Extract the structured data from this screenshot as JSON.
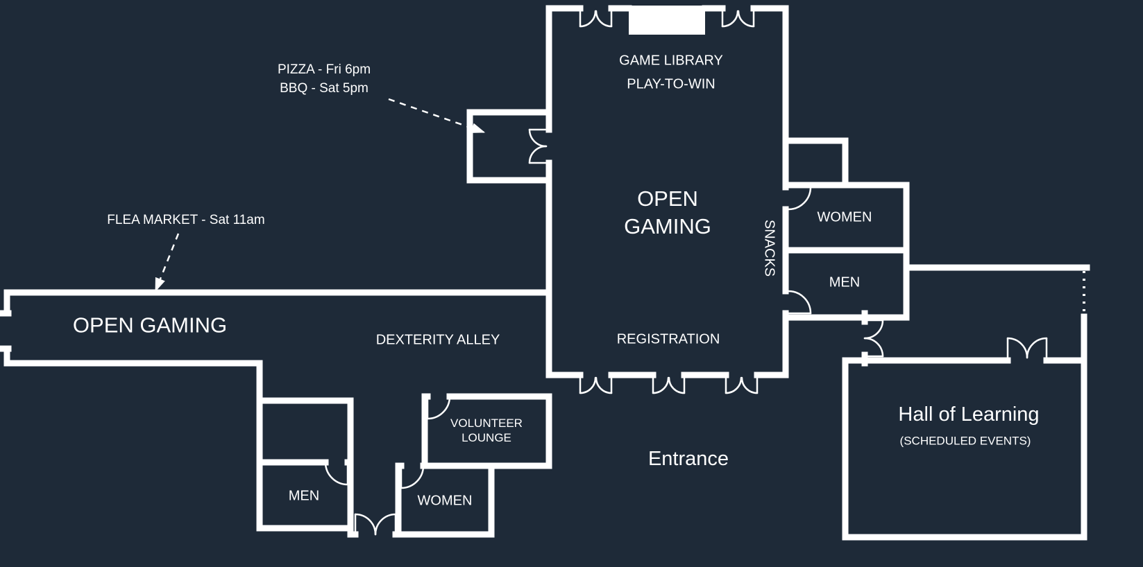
{
  "colors": {
    "background": "#1e2a38",
    "wall": "#ffffff",
    "text": "#ffffff"
  },
  "rooms": {
    "game_library": {
      "line1": "GAME LIBRARY",
      "line2": "PLAY-TO-WIN"
    },
    "open_gaming_main": {
      "line1": "OPEN",
      "line2": "GAMING"
    },
    "registration": {
      "label": "REGISTRATION"
    },
    "snacks": {
      "label": "SNACKS"
    },
    "women_right": {
      "label": "WOMEN"
    },
    "men_right": {
      "label": "MEN"
    },
    "open_gaming_left": {
      "label": "OPEN GAMING"
    },
    "dexterity_alley": {
      "label": "DEXTERITY ALLEY"
    },
    "volunteer_lounge": {
      "line1": "VOLUNTEER",
      "line2": "LOUNGE"
    },
    "men_bottom": {
      "label": "MEN"
    },
    "women_bottom": {
      "label": "WOMEN"
    },
    "hall_of_learning": {
      "title": "Hall of Learning",
      "subtitle": "(SCHEDULED EVENTS)"
    },
    "entrance": {
      "label": "Entrance"
    }
  },
  "annotations": {
    "pizza": {
      "line1": "PIZZA - Fri 6pm",
      "line2": "BBQ - Sat 5pm"
    },
    "flea_market": {
      "label": "FLEA MARKET - Sat 11am"
    }
  }
}
